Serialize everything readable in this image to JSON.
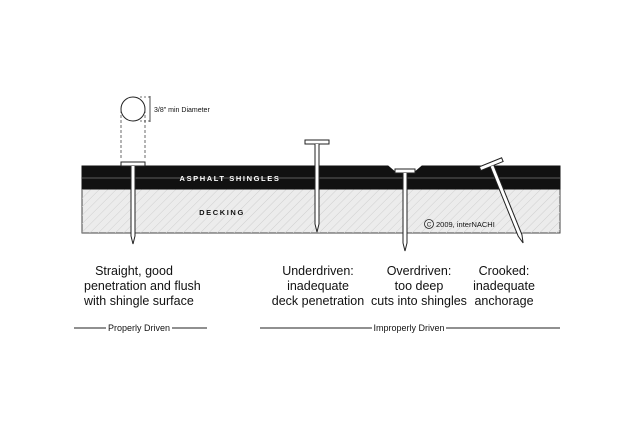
{
  "diagram": {
    "layers": {
      "shingles_label": "ASPHALT SHINGLES",
      "decking_label": "DECKING"
    },
    "dimension_label": "3/8\" min Diameter",
    "copyright": "2009, interNACHI",
    "copyright_symbol": "C",
    "captions": {
      "straight": [
        "Straight, good",
        "penetration and flush",
        "with shingle surface"
      ],
      "underdriven": [
        "Underdriven:",
        "inadequate",
        "deck penetration"
      ],
      "overdriven": [
        "Overdriven:",
        "too deep",
        "cuts into shingles"
      ],
      "crooked": [
        "Crooked:",
        "inadequate",
        "anchorage"
      ]
    },
    "groups": {
      "properly": "Properly Driven",
      "improperly": "Improperly Driven"
    }
  }
}
